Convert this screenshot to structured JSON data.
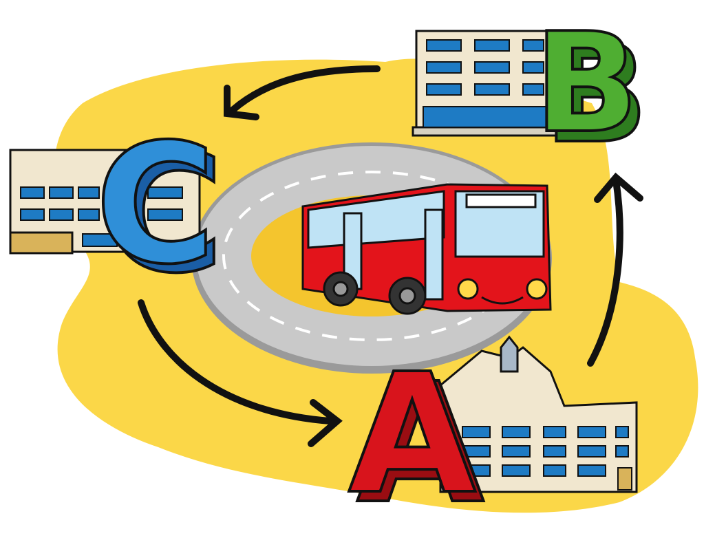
{
  "illustration": {
    "stops": [
      {
        "letter": "A",
        "color": "#d8141c",
        "shade": "#9a0d12"
      },
      {
        "letter": "B",
        "color": "#4fae32",
        "shade": "#2e7d1f"
      },
      {
        "letter": "C",
        "color": "#2f8fd8",
        "shade": "#1a5ea6"
      }
    ],
    "route_order": [
      "A",
      "B",
      "C",
      "A"
    ],
    "colors": {
      "background_blob": "#fbd748",
      "road": "#c9c9c9",
      "road_edge": "#9a9a9a",
      "bus_body": "#e3141b",
      "bus_window": "#bfe3f5",
      "arrow": "#111111",
      "building_cream": "#f1e7cf",
      "building_window": "#1e7bc4"
    },
    "icons": [
      "bus-icon",
      "circular-road-icon",
      "arrow-icon",
      "building-icon",
      "town-hall-icon"
    ]
  }
}
